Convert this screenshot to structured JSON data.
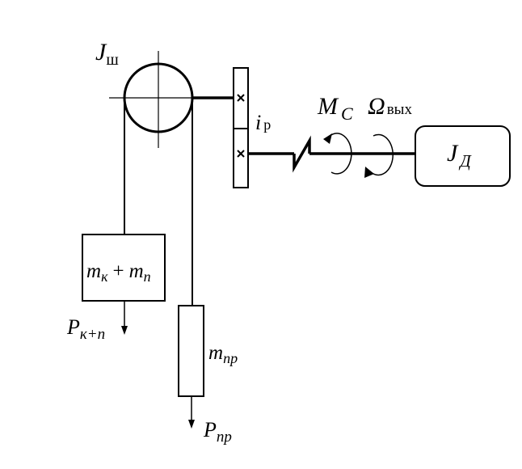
{
  "labels": {
    "drum_inertia": {
      "main": "J",
      "sub": "ш"
    },
    "ratio": {
      "main": "i",
      "sub": "р"
    },
    "resisting_moment": {
      "main": "M",
      "sub": "С"
    },
    "output_speed": {
      "main": "Ω",
      "sub": "вых"
    },
    "motor_inertia": {
      "main": "J",
      "sub": "Д"
    },
    "cabin_mass": {
      "m1": "m",
      "s1": "к",
      "plus": "+",
      "m2": "m",
      "s2": "п"
    },
    "counterweight_mass": {
      "main": "m",
      "sub": "пр"
    },
    "cabin_force": {
      "main": "P",
      "sub": "к+п"
    },
    "counterweight_force": {
      "main": "P",
      "sub": "пр"
    }
  }
}
